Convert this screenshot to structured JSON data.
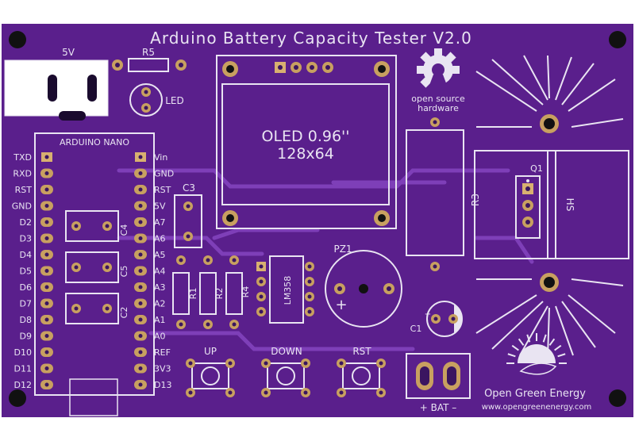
{
  "board": {
    "title": "Arduino Battery Capacity Tester V2.0",
    "colors": {
      "pcb": "#5a1f8c",
      "silkscreen": "#e9e4f2",
      "pad": "#c8a060",
      "trace": "#7e3fb8"
    }
  },
  "connectors": {
    "power_label": "5V",
    "battery_label": "+ BAT –"
  },
  "components": {
    "r5": "R5",
    "led": "LED",
    "c3": "C3",
    "c4": "C4",
    "c5": "C5",
    "c2": "C2",
    "r1": "R1",
    "r2": "R2",
    "r4": "R4",
    "opamp": "LM358",
    "buzzer": "PZ1",
    "c1": "C1",
    "r3": "R3",
    "q1": "Q1",
    "heatsink": "HS"
  },
  "nano": {
    "title": "ARDUINO NANO",
    "left_pins": [
      "TXD",
      "RXD",
      "RST",
      "GND",
      "D2",
      "D3",
      "D4",
      "D5",
      "D6",
      "D7",
      "D8",
      "D9",
      "D10",
      "D11",
      "D12"
    ],
    "right_pins": [
      "Vin",
      "GND",
      "RST",
      "5V",
      "A7",
      "A6",
      "A5",
      "A4",
      "A3",
      "A2",
      "A1",
      "A0",
      "REF",
      "3V3",
      "D13"
    ]
  },
  "oled": {
    "line1": "OLED 0.96''",
    "line2": "128x64"
  },
  "buttons": {
    "up": "UP",
    "down": "DOWN",
    "rst": "RST"
  },
  "logos": {
    "osh_line1": "open source",
    "osh_line2": "hardware",
    "brand": "Open Green Energy",
    "website": "www.opengreenenergy.com"
  }
}
